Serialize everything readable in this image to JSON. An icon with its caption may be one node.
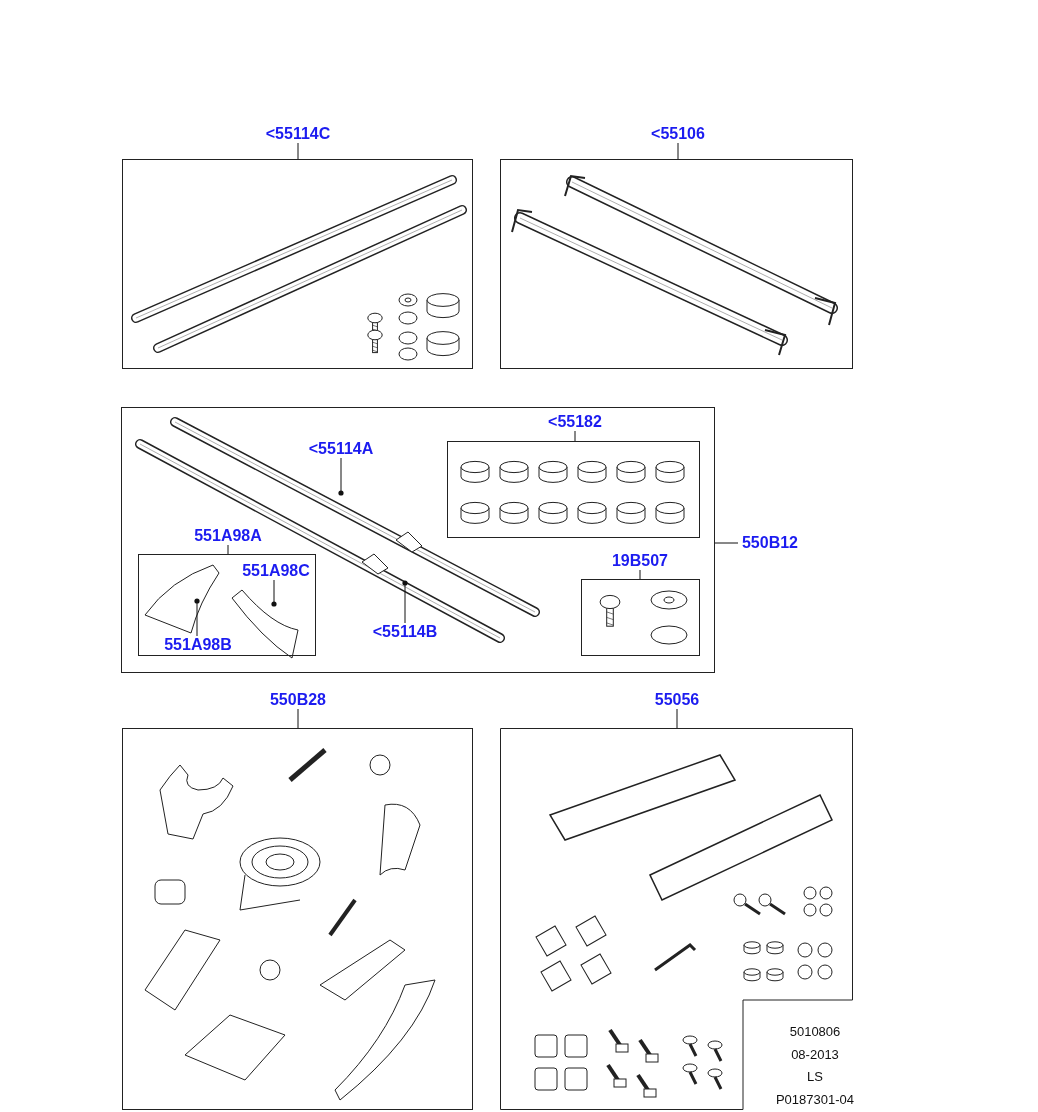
{
  "diagram": {
    "nodes": [
      {
        "text": [],
        "shape": "box"
      },
      {
        "text": [
          "<55114C"
        ]
      },
      {
        "text": [],
        "shape": "box"
      },
      {
        "text": [
          "<55106"
        ]
      },
      {
        "text": [],
        "shape": "box"
      },
      {
        "text": [
          "550B12"
        ]
      },
      {
        "text": [
          "<55114A"
        ],
        "in": 4
      },
      {
        "text": [
          "<55114B"
        ],
        "in": 4
      },
      {
        "text": [
          "<55182"
        ],
        "in": 4
      },
      {
        "text": [],
        "shape": "box",
        "in": 4
      },
      {
        "text": [
          "19B507"
        ],
        "in": 4
      },
      {
        "text": [],
        "shape": "box",
        "in": 4
      },
      {
        "text": [
          "551A98A"
        ],
        "in": 4
      },
      {
        "text": [],
        "shape": "box",
        "in": 4
      },
      {
        "text": [
          "551A98C"
        ],
        "in": 13
      },
      {
        "text": [
          "551A98B"
        ],
        "in": 13
      },
      {
        "text": [
          "550B28"
        ]
      },
      {
        "text": [],
        "shape": "box"
      },
      {
        "text": [
          "55056"
        ]
      },
      {
        "text": [],
        "shape": "box"
      }
    ],
    "edges": [
      {
        "from": 1,
        "to": 0,
        "arrow": "none"
      },
      {
        "from": 3,
        "to": 2,
        "arrow": "none"
      },
      {
        "from": 5,
        "to": 4,
        "arrow": "none"
      },
      {
        "from": 6,
        "to": null,
        "arrow": "other"
      },
      {
        "from": 7,
        "to": null,
        "arrow": "other"
      },
      {
        "from": 8,
        "to": 9,
        "arrow": "none"
      },
      {
        "from": 10,
        "to": 11,
        "arrow": "none"
      },
      {
        "from": 12,
        "to": 13,
        "arrow": "none"
      },
      {
        "from": 14,
        "to": null,
        "arrow": "other"
      },
      {
        "from": 15,
        "to": null,
        "arrow": "other"
      },
      {
        "from": 16,
        "to": 17,
        "arrow": "none"
      },
      {
        "from": 18,
        "to": 19,
        "arrow": "none"
      }
    ],
    "labels": [
      "5010806",
      "08-2013",
      "LS",
      "P0187301-04"
    ]
  }
}
